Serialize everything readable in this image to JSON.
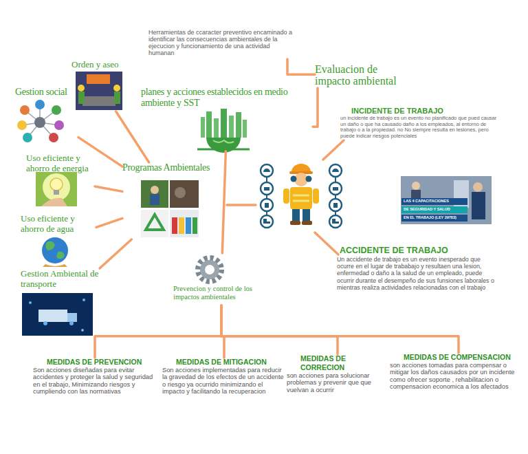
{
  "diagram": {
    "nodes": [
      {
        "text": [
          "Herramientas de ccaracter preventivo encaminado a identificar las consecuencias ambientales de la ejecucion y funcionamiento de una actividad humanan"
        ]
      },
      {
        "text": [
          "Evaluacion de impacto ambiental"
        ]
      },
      {
        "text": [
          "Orden y aseo"
        ]
      },
      {
        "text": [
          "Gestion social"
        ]
      },
      {
        "text": [
          "planes y acciones establecidos en medio ambiente y SST"
        ]
      },
      {
        "text": [
          "INCIDENTE DE TRABAJO",
          "un incidente de trabajo es un evento no planificado que pued causar un daño o que ha causado daño a los empleados, al entorno de trabajo o a la propiedad. no No siempre resulta en lesiones, pero puede indicar riesgos potenciales"
        ]
      },
      {
        "text": [
          "Uso eficiente y ahorro de energia"
        ]
      },
      {
        "text": [
          "Programas Ambientales"
        ]
      },
      {
        "text": [
          "Uso eficiente y ahorro de agua"
        ]
      },
      {
        "text": [
          "Gestion Ambiental de transporte"
        ]
      },
      {
        "text": [
          "ACCIDENTE DE TRABAJO",
          "Un accidente de trabajo es un evento inesperado que ocurre en el lugar de trababajo y resultaen una lesion, enfermedad o daño a la salud de un empleado, puede ocurrir durante el desempeño de sus funsiones laborales o mientras realiza actividades relacionadas con el trabajo"
        ]
      },
      {
        "text": [
          "Prevencion y control de los impactos ambientales"
        ]
      },
      {
        "text": [
          "MEDIDAS DE PREVENCION",
          "Son acciones diseñadas para evitar accidentes y proteger la salud y seguridad en el trabajo, Minimizando riesgos y cumpliendo con las normativas"
        ]
      },
      {
        "text": [
          "MEDIDAS DE MITIGACION",
          "Son acciones implementadas para reducir la gravedad de los efectos de un accidente o riesgo ya ocurrido minimizando el impacto y facilitando la recuperacion"
        ]
      },
      {
        "text": [
          "MEDIDAS DE CORRECION",
          "son acciones para solucionar problemas y prevenir que que vuelvan a ocurrir"
        ]
      },
      {
        "text": [
          "MEDIDAS DE COMPENSACION",
          "son acciones tomadas para compensar o mitigar los daños causados por un incidente como ofrecer soporte , rehabilitacion o compensacion economica a los afectados"
        ]
      }
    ],
    "edges": [
      {
        "from": 0,
        "to": 1,
        "arrow": "none"
      },
      {
        "from": 1,
        "to": 4,
        "arrow": "none"
      },
      {
        "from": 7,
        "to": 2,
        "arrow": "none"
      },
      {
        "from": 7,
        "to": 3,
        "arrow": "none"
      },
      {
        "from": 7,
        "to": 6,
        "arrow": "none"
      },
      {
        "from": 7,
        "to": 8,
        "arrow": "none"
      },
      {
        "from": 7,
        "to": 9,
        "arrow": "none"
      },
      {
        "from": 4,
        "to": 11,
        "arrow": "none"
      },
      {
        "from": 11,
        "to": 12,
        "arrow": "none"
      },
      {
        "from": 11,
        "to": 13,
        "arrow": "none"
      },
      {
        "from": 11,
        "to": 14,
        "arrow": "none"
      },
      {
        "from": 11,
        "to": 15,
        "arrow": "none"
      }
    ],
    "labels": [
      "LAS 4 CAPACITACIONES",
      "DE SEGURIDAD Y SALUD",
      "EN EL TRABAJO (LEY 29783)"
    ]
  }
}
